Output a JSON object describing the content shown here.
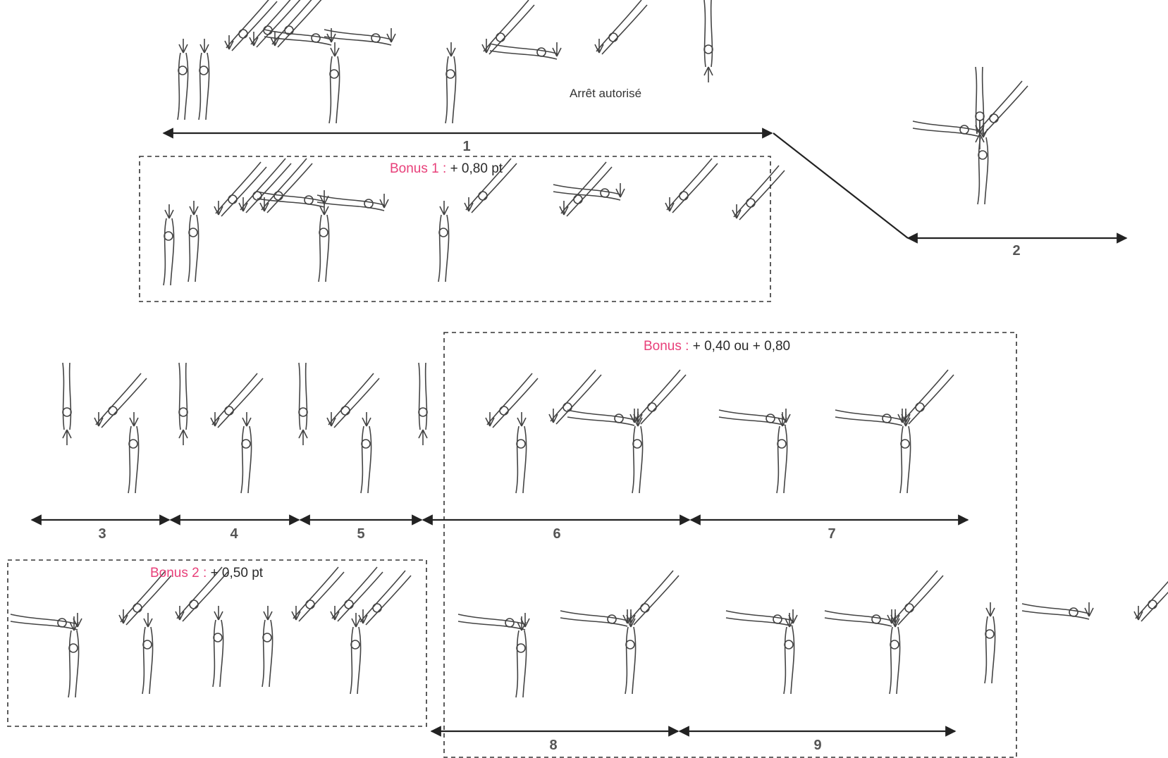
{
  "note_stop": "Arrêt autorisé",
  "bonus_1": {
    "label": "Bonus 1 :",
    "value": "+ 0,80 pt"
  },
  "bonus_2": {
    "label": "Bonus 2 :",
    "value": "+ 0,50 pt"
  },
  "bonus_3": {
    "label": "Bonus :",
    "value": "+ 0,40 ou + 0,80"
  },
  "sections": [
    "1",
    "2",
    "3",
    "4",
    "5",
    "6",
    "7",
    "8",
    "9"
  ],
  "colors": {
    "accent": "#e8407a",
    "line": "#222222",
    "figure": "#555555"
  }
}
